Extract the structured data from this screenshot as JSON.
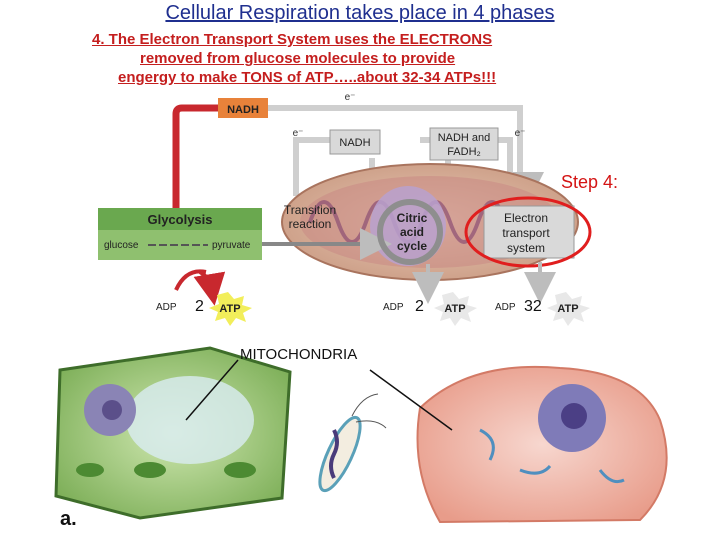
{
  "title": "Cellular Respiration takes place in 4 phases",
  "subtitle": {
    "line1": "4. The Electron Transport System uses the ELECTRONS",
    "line2": "removed from glucose molecules to provide",
    "line3": "engergy to make TONS of ATP…..about 32-34 ATPs!!!"
  },
  "step_label": "Step 4:",
  "diagram": {
    "nadh_top": "NADH",
    "electron": "e⁻",
    "nadh_mid": "NADH",
    "nadh_fadh2": "NADH and",
    "fadh2": "FADH₂",
    "transition_line1": "Transition",
    "transition_line2": "reaction",
    "glycolysis": "Glycolysis",
    "glucose": "glucose",
    "pyruvate": "pyruvate",
    "citric_line1": "Citric",
    "citric_line2": "acid",
    "citric_line3": "cycle",
    "etc_line1": "Electron",
    "etc_line2": "transport",
    "etc_line3": "system",
    "adp": "ADP",
    "atp": "ATP",
    "atp_counts": [
      "2",
      "2",
      "32"
    ]
  },
  "cells_label": "MITOCHONDRIA",
  "panel_label": "a.",
  "colors": {
    "title": "#1f2f8f",
    "subtitle": "#c41e1e",
    "step": "#d41414",
    "nadh_box": "#e8823a",
    "glycolysis": "#6aa84f",
    "arrow_red": "#c8282e",
    "atp_burst": "#f2ee5a"
  }
}
